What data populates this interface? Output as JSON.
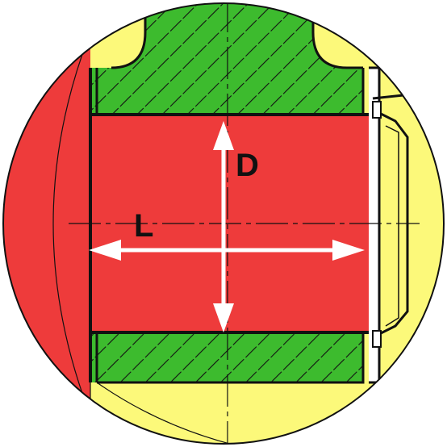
{
  "diagram": {
    "labels": {
      "diameter": "D",
      "length": "L"
    },
    "colors": {
      "bore": "#ee3b3b",
      "bushing": "#3dbb2e",
      "background": "#fcf97a",
      "outline": "#111111",
      "arrow": "#ffffff"
    },
    "hatching": "diagonal"
  }
}
